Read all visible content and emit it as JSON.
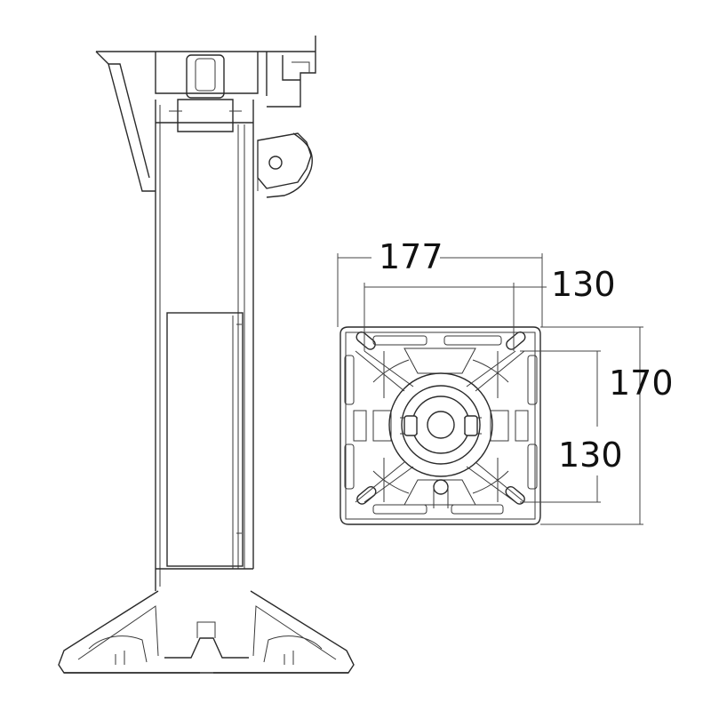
{
  "dimensions": {
    "top_width": "177",
    "top_inner": "130",
    "right_height": "170",
    "right_inner": "130"
  }
}
